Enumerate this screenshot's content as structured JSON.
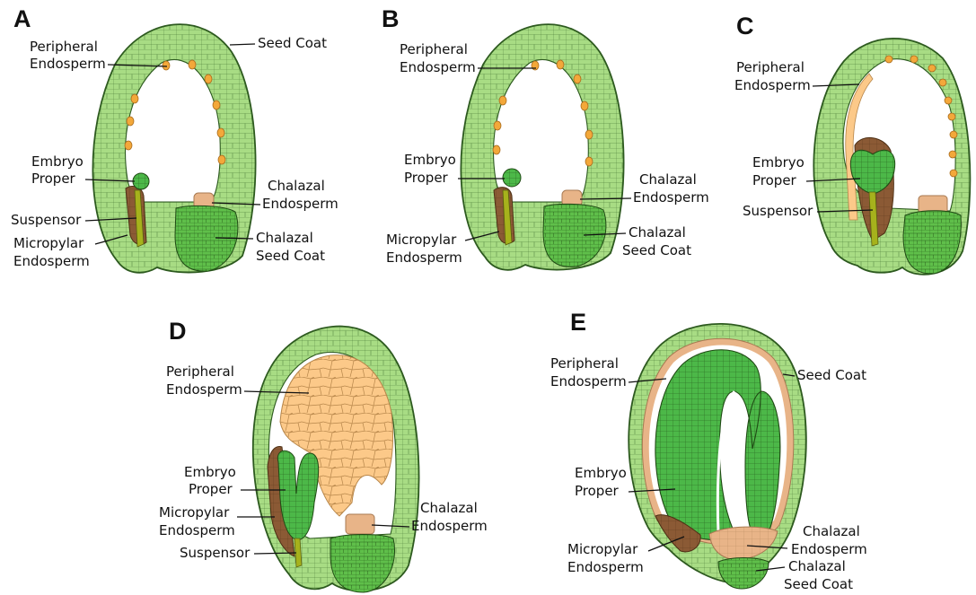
{
  "colors": {
    "seed_coat": "#a8dc84",
    "seed_coat_dark": "#2d5a1f",
    "embryo": "#4cb848",
    "embryo_dark": "#3e9e35",
    "chalazal_seed_coat": "#5fbf4a",
    "endosperm_nuclei": "#f3a83a",
    "micropylar_endosperm": "#8b5a35",
    "chalazal_endosperm": "#e8b488",
    "peripheral_endosperm_cellular": "#fcc989",
    "suspensor": "#a6b21c",
    "cavity": "#ffffff"
  },
  "panels": [
    {
      "id": "A",
      "letter": "A",
      "labels": {
        "peripheral_endosperm": [
          "Peripheral",
          "Endosperm"
        ],
        "seed_coat": [
          "Seed Coat"
        ],
        "embryo_proper": [
          "Embryo",
          "Proper"
        ],
        "suspensor": [
          "Suspensor"
        ],
        "micropylar_endosperm": [
          "Micropylar",
          "Endosperm"
        ],
        "chalazal_endosperm": [
          "Chalazal",
          "Endosperm"
        ],
        "chalazal_seed_coat": [
          "Chalazal",
          "Seed Coat"
        ]
      }
    },
    {
      "id": "B",
      "letter": "B",
      "labels": {
        "peripheral_endosperm": [
          "Peripheral",
          "Endosperm"
        ],
        "embryo_proper": [
          "Embryo",
          "Proper"
        ],
        "micropylar_endosperm": [
          "Micropylar",
          "Endosperm"
        ],
        "chalazal_endosperm": [
          "Chalazal",
          "Endosperm"
        ],
        "chalazal_seed_coat": [
          "Chalazal",
          "Seed Coat"
        ]
      }
    },
    {
      "id": "C",
      "letter": "C",
      "labels": {
        "peripheral_endosperm": [
          "Peripheral",
          "Endosperm"
        ],
        "embryo_proper": [
          "Embryo",
          "Proper"
        ],
        "suspensor": [
          "Suspensor"
        ]
      }
    },
    {
      "id": "D",
      "letter": "D",
      "labels": {
        "peripheral_endosperm": [
          "Peripheral",
          "Endosperm"
        ],
        "embryo_proper": [
          "Embryo",
          "Proper"
        ],
        "micropylar_endosperm": [
          "Micropylar",
          "Endosperm"
        ],
        "suspensor": [
          "Suspensor"
        ],
        "chalazal_endosperm": [
          "Chalazal",
          "Endosperm"
        ]
      }
    },
    {
      "id": "E",
      "letter": "E",
      "labels": {
        "peripheral_endosperm": [
          "Peripheral",
          "Endosperm"
        ],
        "seed_coat": [
          "Seed Coat"
        ],
        "embryo_proper": [
          "Embryo",
          "Proper"
        ],
        "chalazal_endosperm": [
          "Chalazal",
          "Endosperm"
        ],
        "micropylar_endosperm": [
          "Micropylar",
          "Endosperm"
        ],
        "chalazal_seed_coat": [
          "Chalazal",
          "Seed Coat"
        ]
      }
    }
  ]
}
